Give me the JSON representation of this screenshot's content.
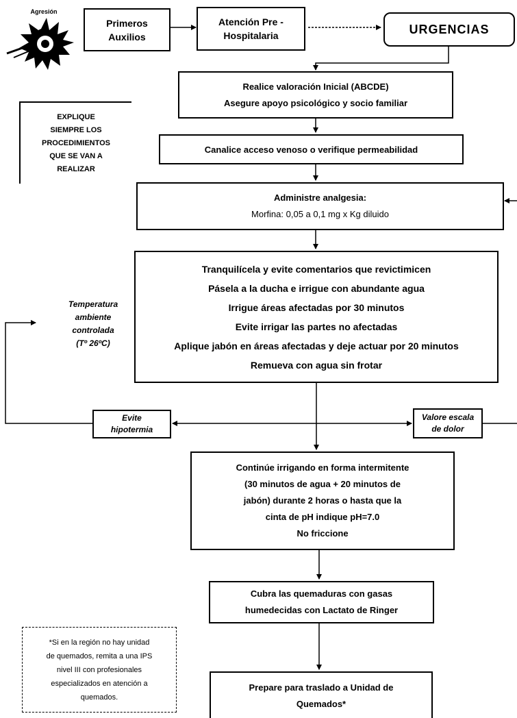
{
  "nodes": {
    "agresion": "Agresión",
    "primeros": [
      "Primeros",
      "Auxilios"
    ],
    "prehosp": [
      "Atención Pre -",
      "Hospitalaria"
    ],
    "urgencias": "URGENCIAS",
    "valoracion": [
      "Realice valoración Inicial (ABCDE)",
      "Asegure apoyo psicológico y socio familiar"
    ],
    "canalice": "Canalice acceso venoso o verifique permeabilidad",
    "analgesia": [
      "Administre analgesia:",
      "Morfina: 0,05 a 0,1 mg x Kg diluido"
    ],
    "tranquilicela": [
      "Tranquilícela y evite comentarios que revictimicen",
      "Pásela a la ducha e irrigue con abundante agua",
      "Irrigue áreas afectadas por 30 minutos",
      "Evite irrigar las partes no afectadas",
      "Aplique jabón en áreas afectadas y deje actuar por 20 minutos",
      "Remueva con agua sin frotar"
    ],
    "evite_hipotermia": [
      "Evite",
      "hipotermia"
    ],
    "valore_dolor": [
      "Valore escala",
      "de dolor"
    ],
    "continue": [
      "Continúe irrigando en forma intermitente",
      "(30 minutos de agua + 20 minutos de",
      "jabón) durante  2 horas o hasta que la",
      "cinta de pH indique pH=7.0",
      "No friccione"
    ],
    "cubra": [
      "Cubra las quemaduras con gasas",
      "humedecidas con Lactato de Ringer"
    ],
    "prepare": [
      "Prepare para traslado a Unidad de",
      "Quemados*"
    ]
  },
  "notes": {
    "explique": [
      "EXPLIQUE",
      "SIEMPRE LOS",
      "PROCEDIMIENTOS",
      "QUE SE VAN A",
      "REALIZAR"
    ],
    "temperatura": [
      "Temperatura",
      "ambiente",
      "controlada",
      "(Tº 26ºC)"
    ],
    "footnote": [
      "*Si en la región no hay unidad",
      "de quemados, remita a una IPS",
      "nivel III con profesionales",
      "especializados en atención a",
      "quemados."
    ]
  }
}
